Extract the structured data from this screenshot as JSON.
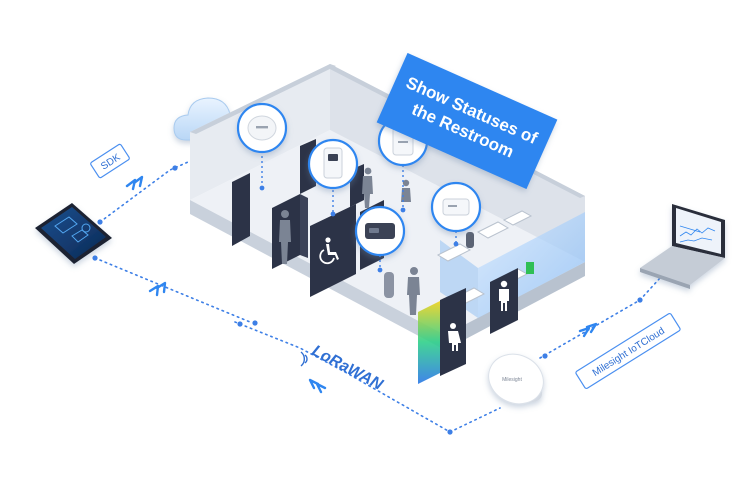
{
  "banner": {
    "line1": "Show Statuses of",
    "line2": "the Restroom"
  },
  "labels": {
    "sdk": "SDK",
    "lorawan": "LoRaWAN",
    "cloud": "Milesight IoTCloud",
    "gateway_brand": "Milesight"
  },
  "colors": {
    "accent": "#2f86f0",
    "banner_text": "#ffffff",
    "connector": "#3d7fe6",
    "stall": "#2c3347",
    "floor": "#eef1f6",
    "wall": "#dde2ea"
  },
  "icons": [
    "cloud-icon",
    "tablet-icon",
    "laptop-icon",
    "gateway-icon",
    "wheelchair-icon",
    "male-icon",
    "female-icon",
    "sensor-icon"
  ]
}
